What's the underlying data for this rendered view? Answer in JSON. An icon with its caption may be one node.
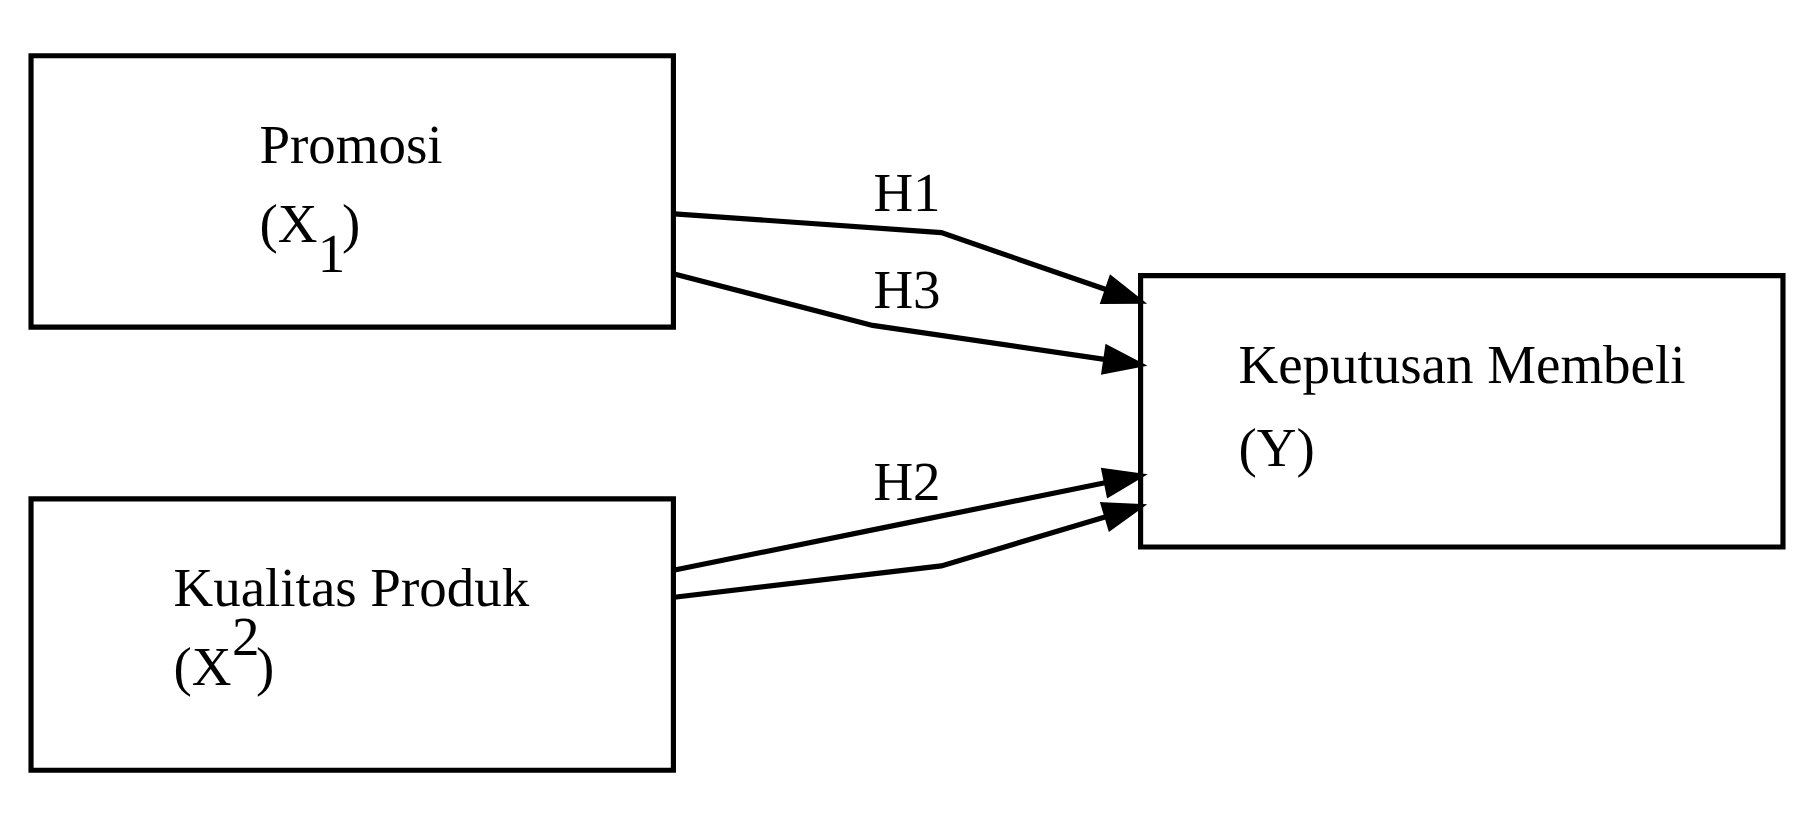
{
  "diagram": {
    "nodes": [
      {
        "text": [
          "Promosi",
          "(X$_{1}$)"
        ]
      },
      {
        "text": [
          "Kualitas Produk",
          "(X$^{2}$)"
        ]
      },
      {
        "text": [
          "Keputusan Membeli",
          "(Y)"
        ]
      }
    ],
    "edges": [
      {
        "from": 0,
        "to": 2,
        "arrow": "to",
        "label": "H1"
      },
      {
        "from": 1,
        "to": 2,
        "arrow": "to",
        "label": "H2"
      },
      {
        "from": 0,
        "to": 2,
        "arrow": "to",
        "label": "H3"
      },
      {
        "from": 1,
        "to": 2,
        "arrow": "to"
      }
    ]
  }
}
